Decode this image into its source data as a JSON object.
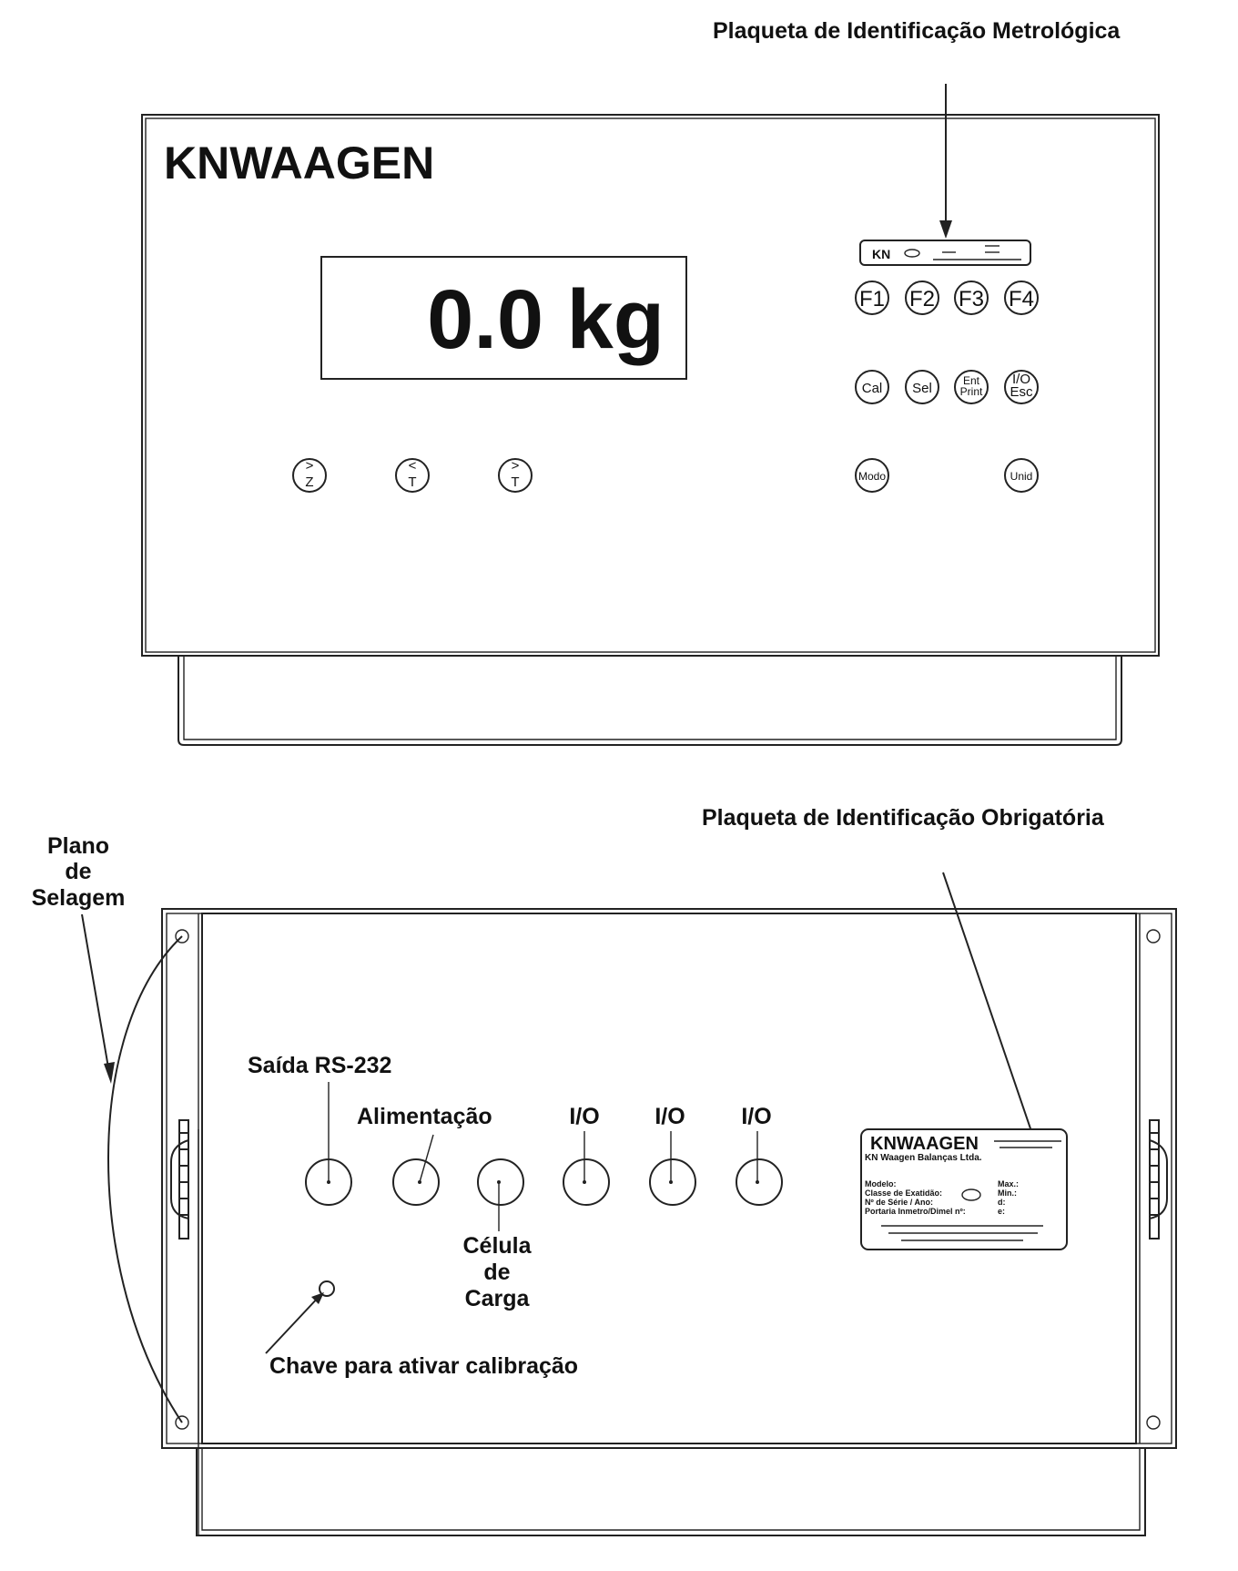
{
  "front": {
    "plate_label": "Plaqueta de Identificação Metrológica",
    "brand": "KNWAAGEN",
    "display": "0.0 kg",
    "plate": {
      "logo": "KN"
    },
    "keys_row1": [
      "F1",
      "F2",
      "F3",
      "F4"
    ],
    "keys_row2": [
      {
        "line1": "Cal",
        "line2": ""
      },
      {
        "line1": "Sel",
        "line2": ""
      },
      {
        "line1": "Ent",
        "line2": "Print"
      },
      {
        "line1": "I/O",
        "line2": "Esc"
      }
    ],
    "keys_left": [
      {
        "top": ">",
        "bottom": "Z"
      },
      {
        "top": "<",
        "bottom": "T"
      },
      {
        "top": ">",
        "bottom": "T"
      }
    ],
    "key_mode": "Modo",
    "key_unit": "Unid"
  },
  "back": {
    "mandatory_plate_label": "Plaqueta de Identificação Obrigatória",
    "seal_label": [
      "Plano",
      "de",
      "Selagem"
    ],
    "connectors": {
      "rs232": "Saída RS-232",
      "power": "Alimentação",
      "load_cell": [
        "Célula",
        "de",
        "Carga"
      ],
      "io1": "I/O",
      "io2": "I/O",
      "io3": "I/O"
    },
    "calibration_key": "Chave para ativar calibração",
    "plate": {
      "brand": "KNWAAGEN",
      "company": "KN Waagen Balanças Ltda.",
      "fields_left": [
        "Modelo:",
        "Classe de Exatidão:",
        "Nº de Série / Ano:",
        "Portaria Inmetro/Dimel nº:"
      ],
      "fields_right": [
        "Max.:",
        "Min.:",
        "d:",
        "e:"
      ]
    }
  }
}
